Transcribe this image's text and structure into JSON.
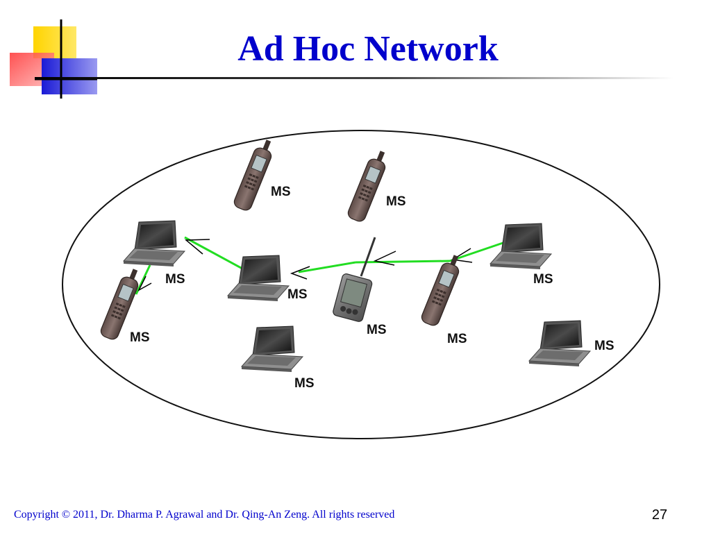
{
  "slide": {
    "title": "Ad Hoc Network",
    "footer": "Copyright © 2011, Dr. Dharma P. Agrawal and Dr. Qing-An Zeng. All rights reserved",
    "page_number": "27"
  },
  "diagram": {
    "link_color": "#22dd22",
    "nodes": [
      {
        "id": "phone-top-left",
        "device": "cell-phone-icon",
        "label": "MS"
      },
      {
        "id": "phone-top-center",
        "device": "cell-phone-icon",
        "label": "MS"
      },
      {
        "id": "laptop-left",
        "device": "laptop-icon",
        "label": "MS"
      },
      {
        "id": "phone-left",
        "device": "cell-phone-icon",
        "label": "MS"
      },
      {
        "id": "laptop-center",
        "device": "laptop-icon",
        "label": "MS"
      },
      {
        "id": "pda-center",
        "device": "pda-icon",
        "label": "MS"
      },
      {
        "id": "phone-right",
        "device": "cell-phone-icon",
        "label": "MS"
      },
      {
        "id": "laptop-right-top",
        "device": "laptop-icon",
        "label": "MS"
      },
      {
        "id": "laptop-bottom",
        "device": "laptop-icon",
        "label": "MS"
      },
      {
        "id": "laptop-right-bottom",
        "device": "laptop-icon",
        "label": "MS"
      }
    ],
    "links": [
      {
        "from": "laptop-left",
        "to": "phone-left"
      },
      {
        "from": "laptop-left",
        "to": "laptop-center"
      },
      {
        "from": "laptop-center",
        "to": "pda-center"
      },
      {
        "from": "pda-center",
        "to": "phone-right"
      },
      {
        "from": "phone-right",
        "to": "laptop-right-top"
      }
    ]
  }
}
